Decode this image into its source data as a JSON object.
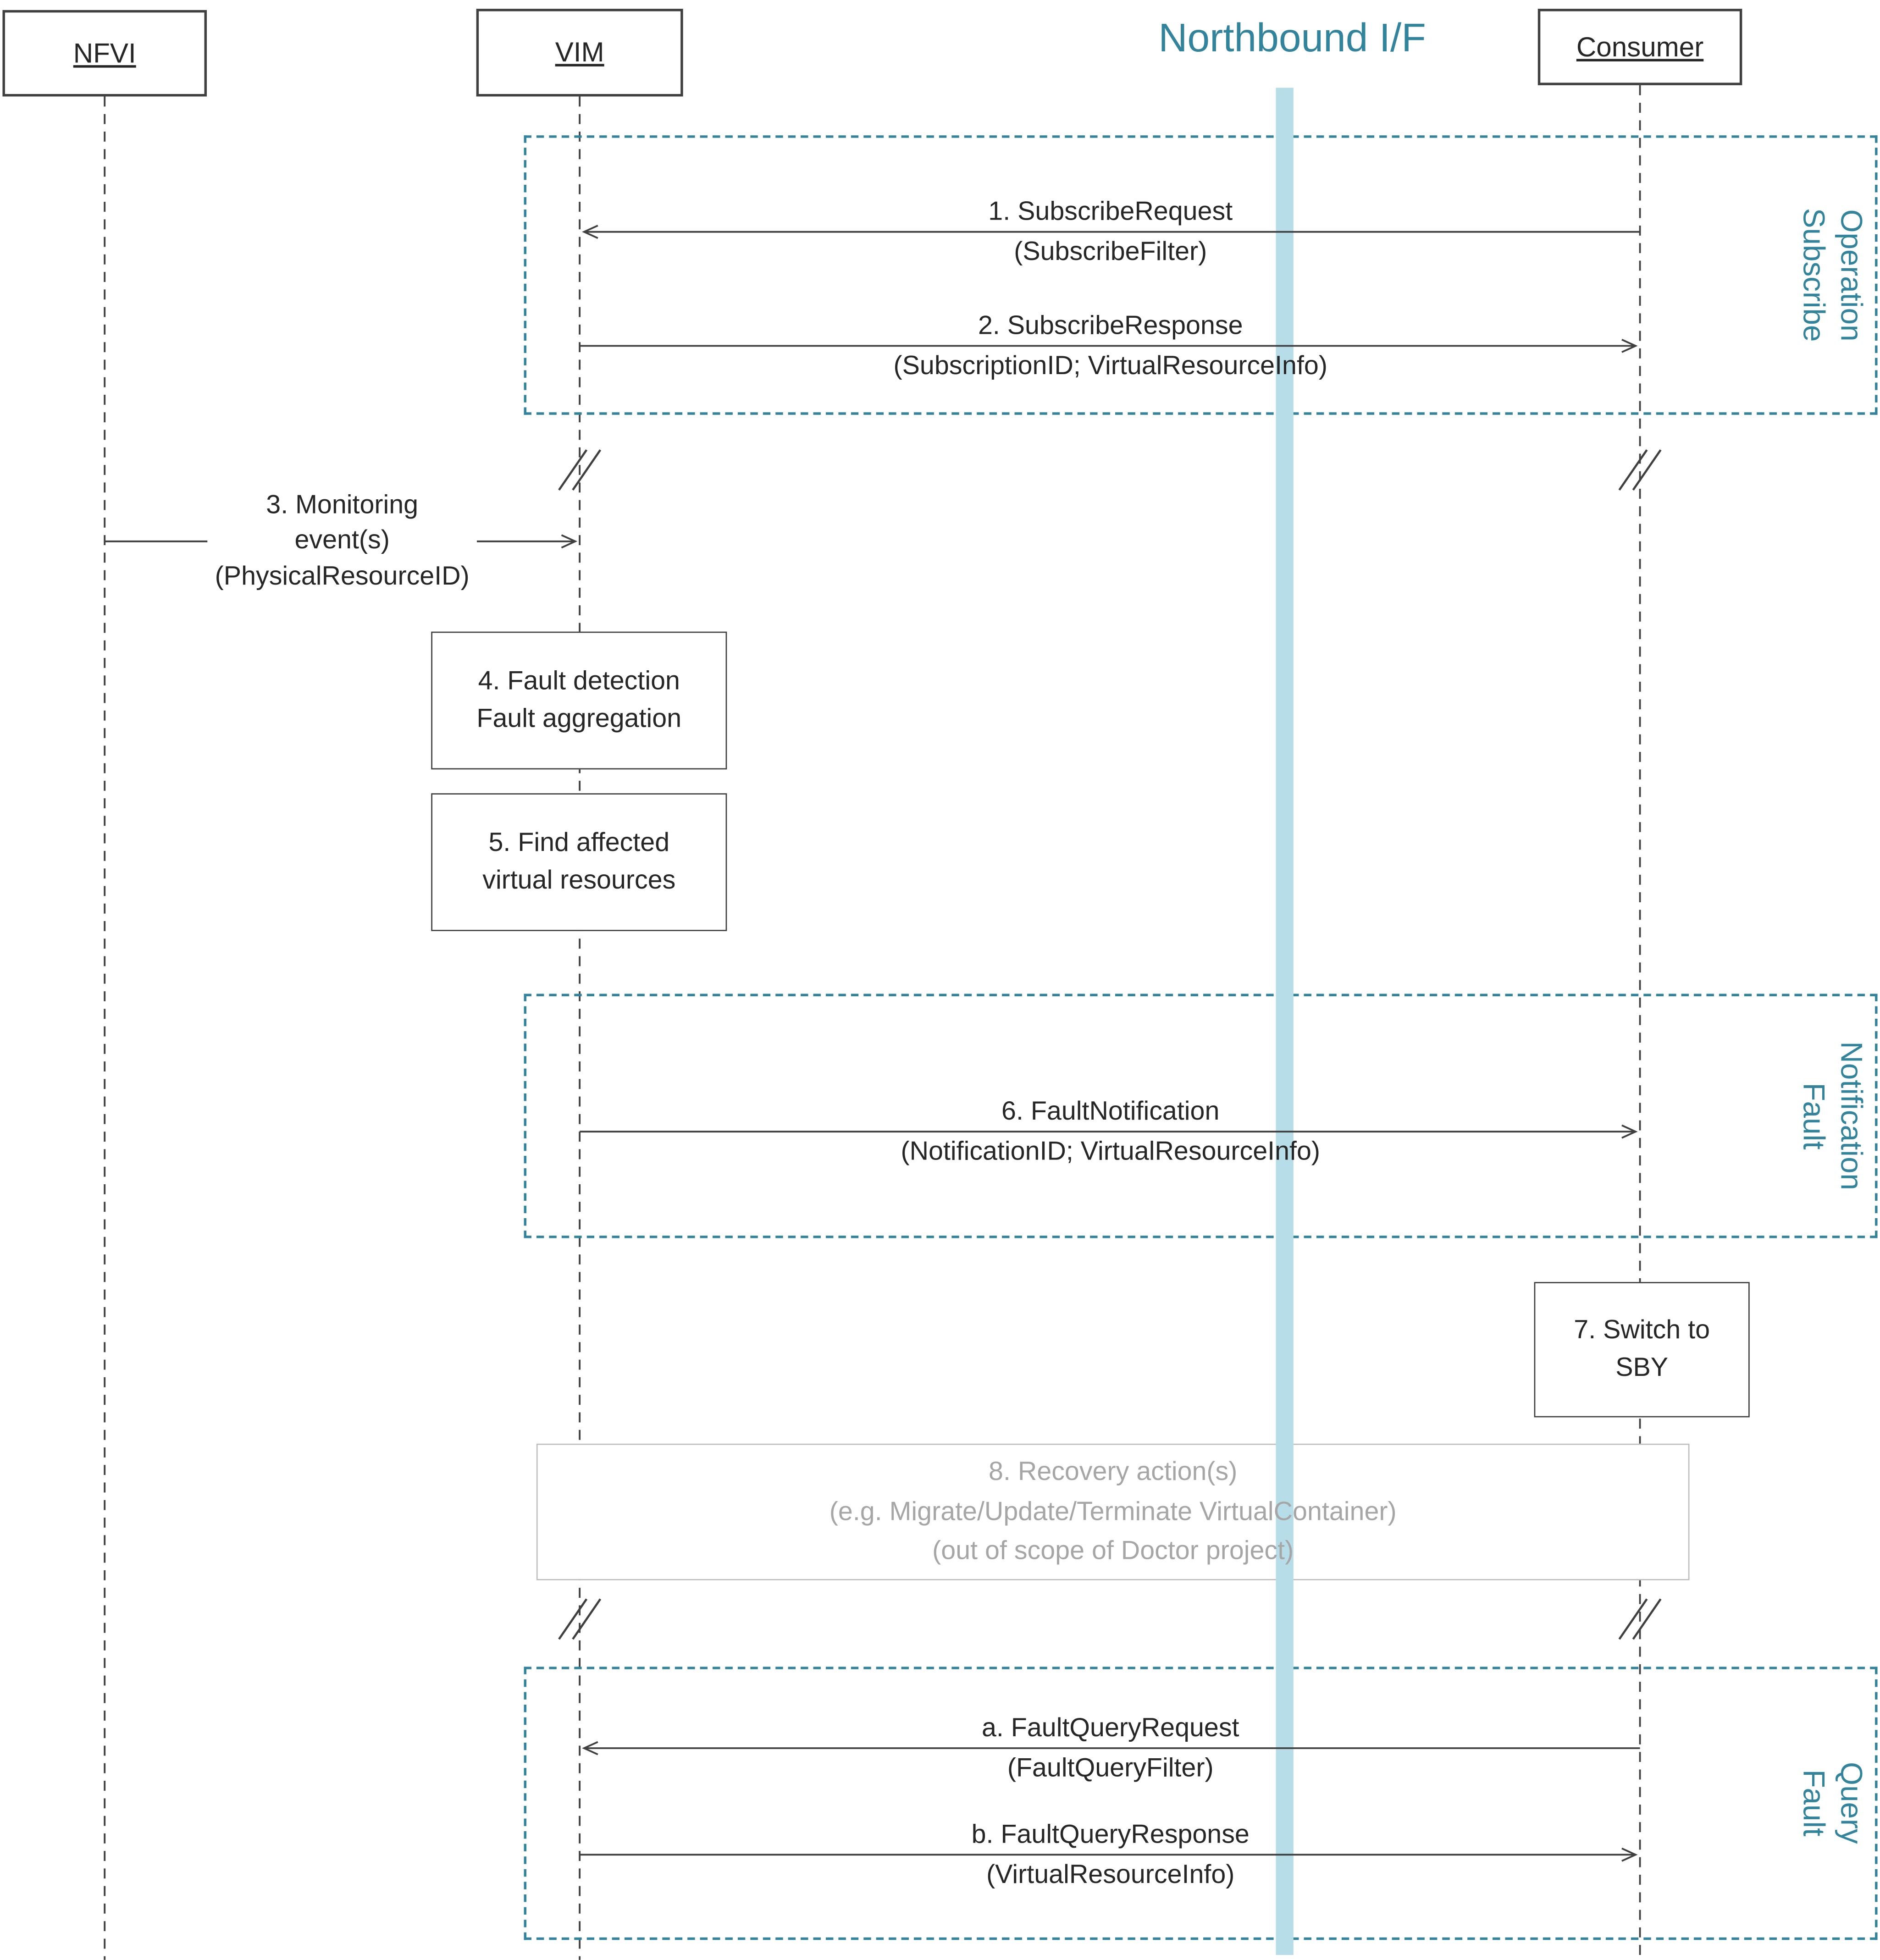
{
  "title": "Northbound I/F",
  "actors": {
    "nfvi": "NFVI",
    "vim": "VIM",
    "consumer": "Consumer"
  },
  "groups": {
    "subscribe": [
      "Subscribe",
      "Operation"
    ],
    "notification": [
      "Fault",
      "Notification"
    ],
    "query": [
      "Fault",
      "Query"
    ]
  },
  "messages": {
    "m1": [
      "1. SubscribeRequest",
      "(SubscribeFilter)"
    ],
    "m2": [
      "2. SubscribeResponse",
      "(SubscriptionID; VirtualResourceInfo)"
    ],
    "m3": [
      "3. Monitoring",
      "event(s)",
      "(PhysicalResourceID)"
    ],
    "m6": [
      "6. FaultNotification",
      "(NotificationID; VirtualResourceInfo)"
    ],
    "ma": [
      "a. FaultQueryRequest",
      "(FaultQueryFilter)"
    ],
    "mb": [
      "b. FaultQueryResponse",
      "(VirtualResourceInfo)"
    ]
  },
  "boxes": {
    "b4": [
      "4. Fault detection",
      "Fault aggregation"
    ],
    "b5": [
      "5. Find affected",
      "virtual resources"
    ],
    "b7": [
      "7. Switch to",
      "SBY"
    ],
    "b8": [
      "8. Recovery action(s)",
      "(e.g. Migrate/Update/Terminate VirtualContainer)",
      "(out of scope of Doctor project)"
    ]
  },
  "colors": {
    "teal_accent": "#31849B",
    "northbound_line": "#B7DEE8",
    "gray_text": "#A6A6A6",
    "gray_border": "#BFBFBF",
    "line_color": "#404040"
  }
}
